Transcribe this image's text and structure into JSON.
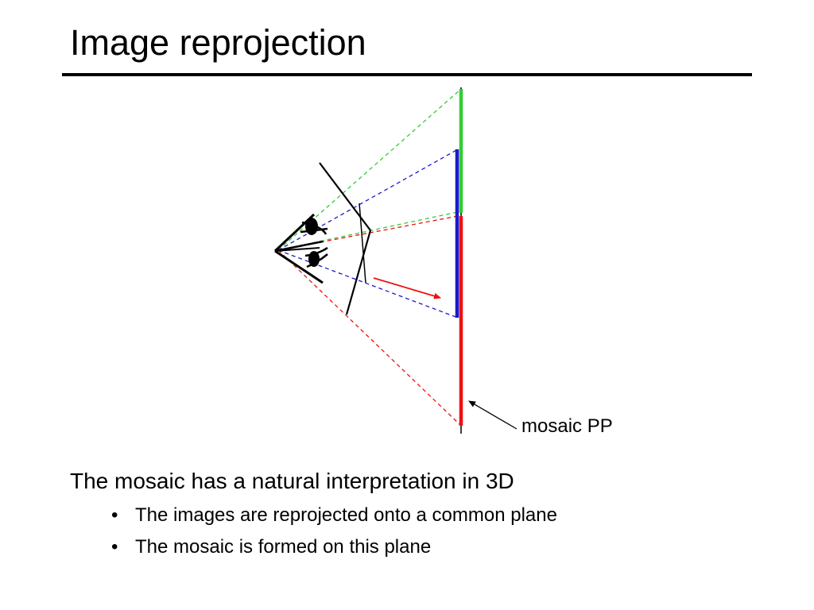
{
  "slide": {
    "title": "Image reprojection",
    "callout_label": "mosaic PP",
    "body_text": "The mosaic has a natural interpretation in 3D",
    "bullets": [
      "The images are reprojected onto a common plane",
      "The mosaic is formed on this plane"
    ],
    "bullet_glyph": "•"
  },
  "diagram": {
    "colors": {
      "green": "#33cc33",
      "blue": "#1a1acc",
      "red": "#ee1111",
      "black": "#000000"
    },
    "icons": [
      "eye-icon"
    ]
  }
}
